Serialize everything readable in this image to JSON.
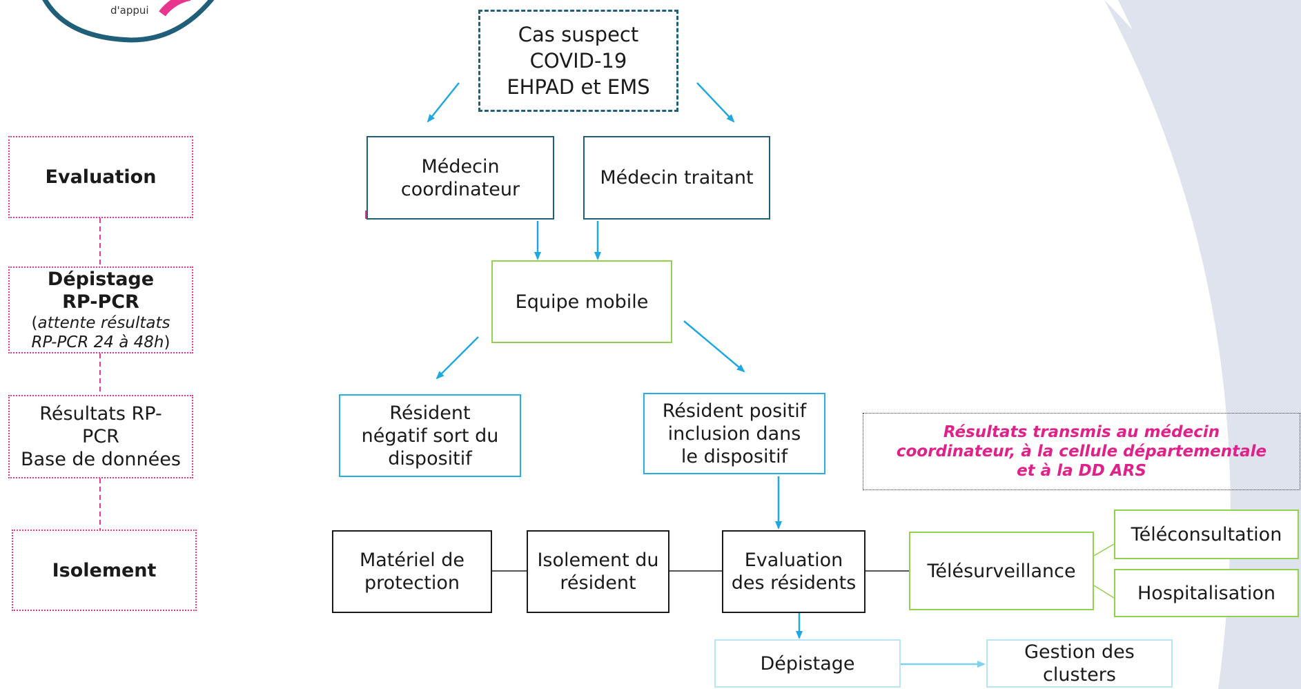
{
  "logo": {
    "text": "d'appui"
  },
  "phases": [
    {
      "title": "Evaluation"
    },
    {
      "title_line1": "Dépistage",
      "title_line2": "RP-PCR",
      "note_open": "(",
      "note_italic_1": "attente résultats",
      "note_italic_2": "RP-PCR 24 à 48h",
      "note_close": ")"
    },
    {
      "text": "Résultats RP-\nPCR\nBase de données"
    },
    {
      "title": "Isolement"
    }
  ],
  "flow": {
    "start": "Cas suspect\nCOVID-19\nEHPAD et EMS",
    "coordinator": "Médecin\ncoordinateur",
    "attending": "Médecin traitant",
    "mobile_team": "Equipe mobile",
    "negative": "Résident\nnégatif sort du\ndispositif",
    "positive": "Résident positif\ninclusion dans\nle dispositif",
    "protection": "Matériel de\nprotection",
    "isolation": "Isolement du\nrésident",
    "evaluation": "Evaluation\ndes résidents",
    "telemonitoring": "Télésurveillance",
    "teleconsultation": "Téléconsultation",
    "hospitalisation": "Hospitalisation",
    "screening": "Dépistage",
    "clusters": "Gestion des\nclusters"
  },
  "results_note": "Résultats transmis au médecin\ncoordinateur, à la cellule départementale\net à la DD ARS",
  "colors": {
    "pink": "#e8368f",
    "navy": "#1f5f7a",
    "green": "#92d050",
    "cyan": "#29aee3",
    "light_cyan": "#b9e4f4",
    "arrow": "#1ea7e1",
    "background_shape": "#dfe3ee"
  }
}
